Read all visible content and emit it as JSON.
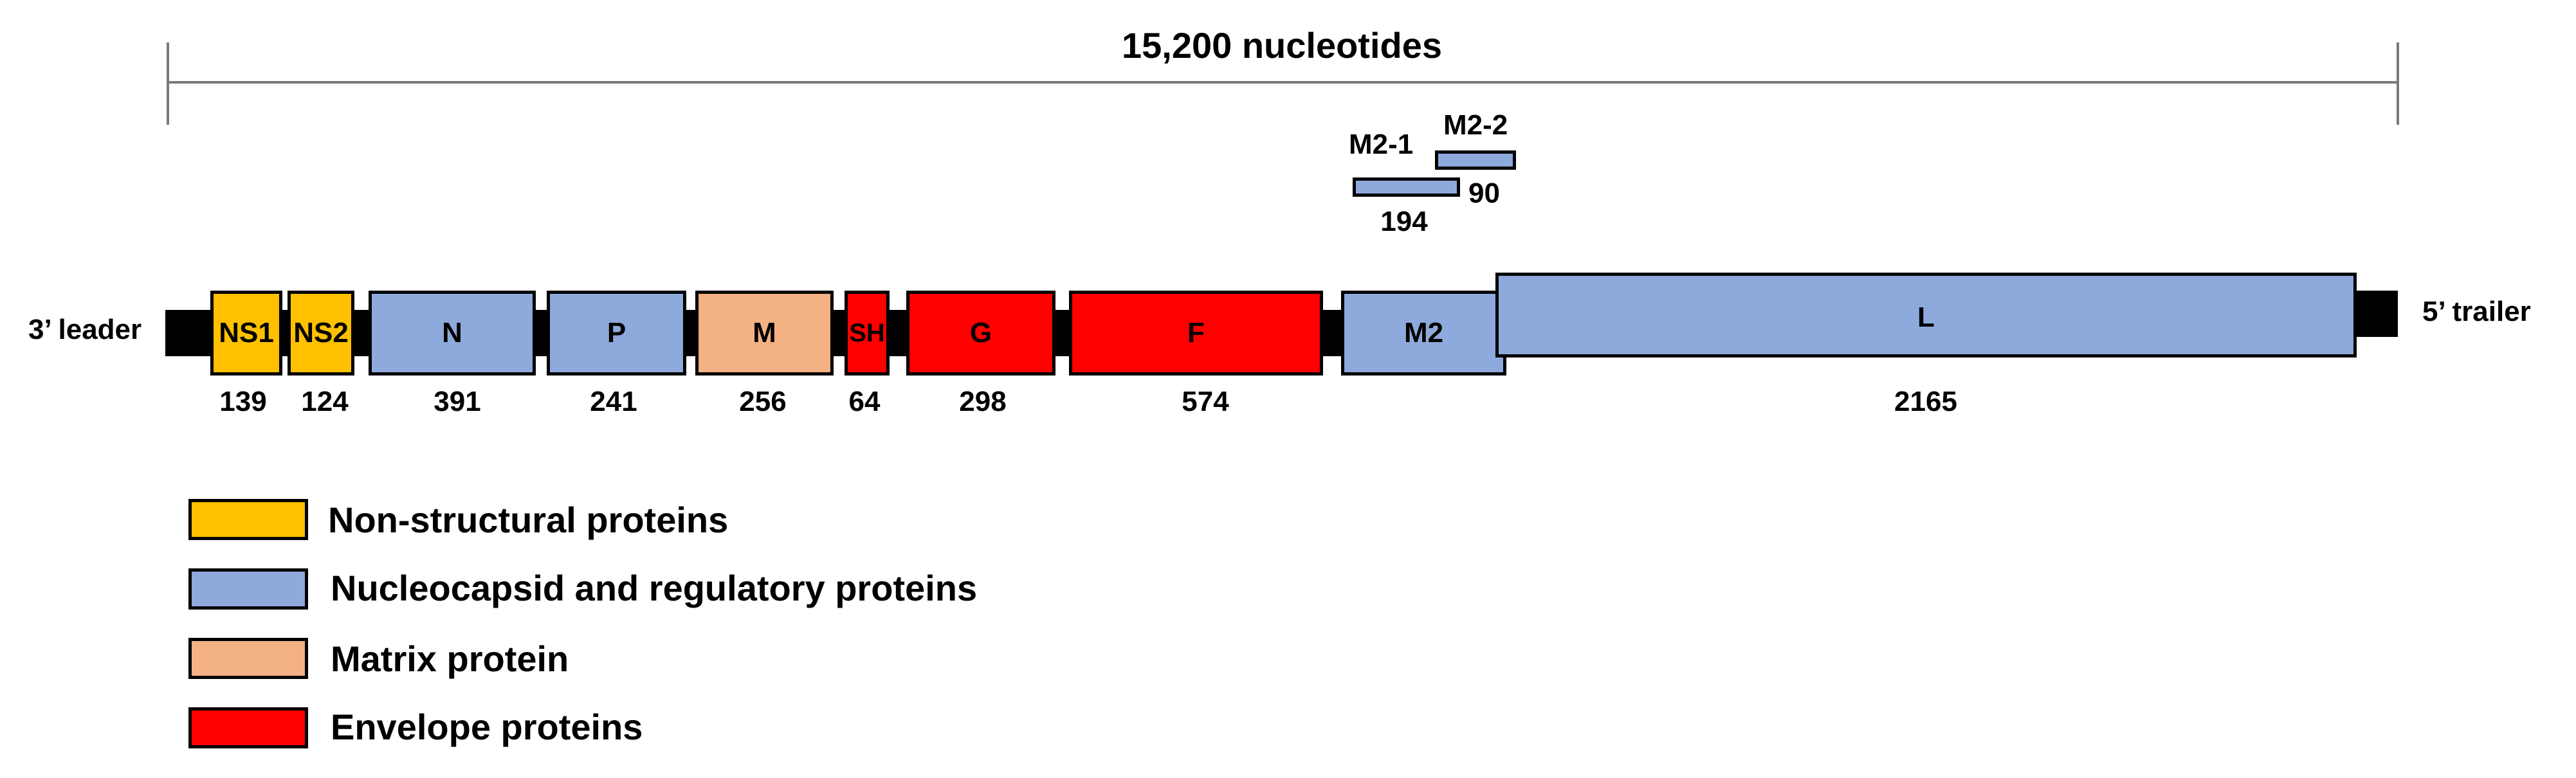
{
  "title": "15,200 nucleotides",
  "ends": {
    "leader": "3’ leader",
    "trailer": "5’ trailer"
  },
  "colors": {
    "nonstructural": "#FFC000",
    "nucleocapsid": "#8EA9DB",
    "matrix": "#F4B183",
    "envelope": "#FF0000",
    "genome_line": "#000000"
  },
  "genes": [
    {
      "name": "NS1",
      "length": "139",
      "category": "nonstructural"
    },
    {
      "name": "NS2",
      "length": "124",
      "category": "nonstructural"
    },
    {
      "name": "N",
      "length": "391",
      "category": "nucleocapsid"
    },
    {
      "name": "P",
      "length": "241",
      "category": "nucleocapsid"
    },
    {
      "name": "M",
      "length": "256",
      "category": "matrix"
    },
    {
      "name": "SH",
      "length": "64",
      "category": "envelope"
    },
    {
      "name": "G",
      "length": "298",
      "category": "envelope"
    },
    {
      "name": "F",
      "length": "574",
      "category": "envelope"
    },
    {
      "name": "M2",
      "length": "",
      "category": "nucleocapsid"
    },
    {
      "name": "L",
      "length": "2165",
      "category": "nucleocapsid"
    }
  ],
  "m2_orfs": [
    {
      "name": "M2-1",
      "length": "194",
      "category": "nucleocapsid"
    },
    {
      "name": "M2-2",
      "length": "90",
      "category": "nucleocapsid"
    }
  ],
  "legend": [
    {
      "label": "Non-structural proteins",
      "category": "nonstructural"
    },
    {
      "label": "Nucleocapsid and regulatory proteins",
      "category": "nucleocapsid"
    },
    {
      "label": "Matrix protein",
      "category": "matrix"
    },
    {
      "label": "Envelope proteins",
      "category": "envelope"
    }
  ]
}
